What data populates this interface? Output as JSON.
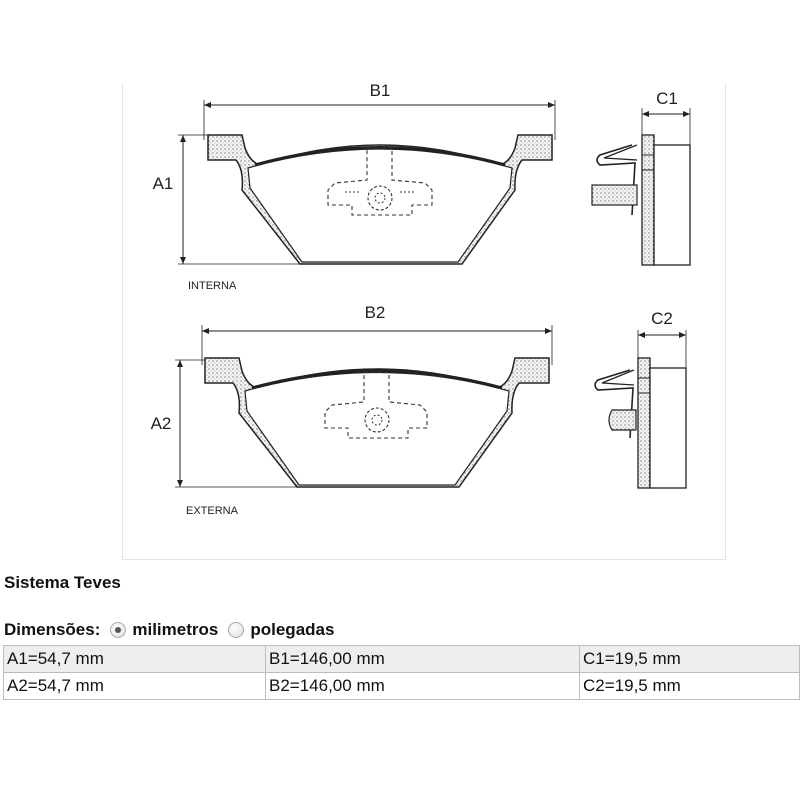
{
  "diagram": {
    "dim_b1": "B1",
    "dim_a1": "A1",
    "dim_c1": "C1",
    "label_internal": "INTERNA",
    "dim_b2": "B2",
    "dim_a2": "A2",
    "dim_c2": "C2",
    "label_external": "EXTERNA"
  },
  "system_title": "Sistema Teves",
  "units": {
    "label": "Dimensões:",
    "options": [
      {
        "label": "milimetros",
        "selected": true
      },
      {
        "label": "polegadas",
        "selected": false
      }
    ]
  },
  "dimensions": {
    "rows": [
      [
        "A1=54,7 mm",
        "B1=146,00 mm",
        "C1=19,5 mm"
      ],
      [
        "A2=54,7 mm",
        "B2=146,00 mm",
        "C2=19,5 mm"
      ]
    ]
  }
}
